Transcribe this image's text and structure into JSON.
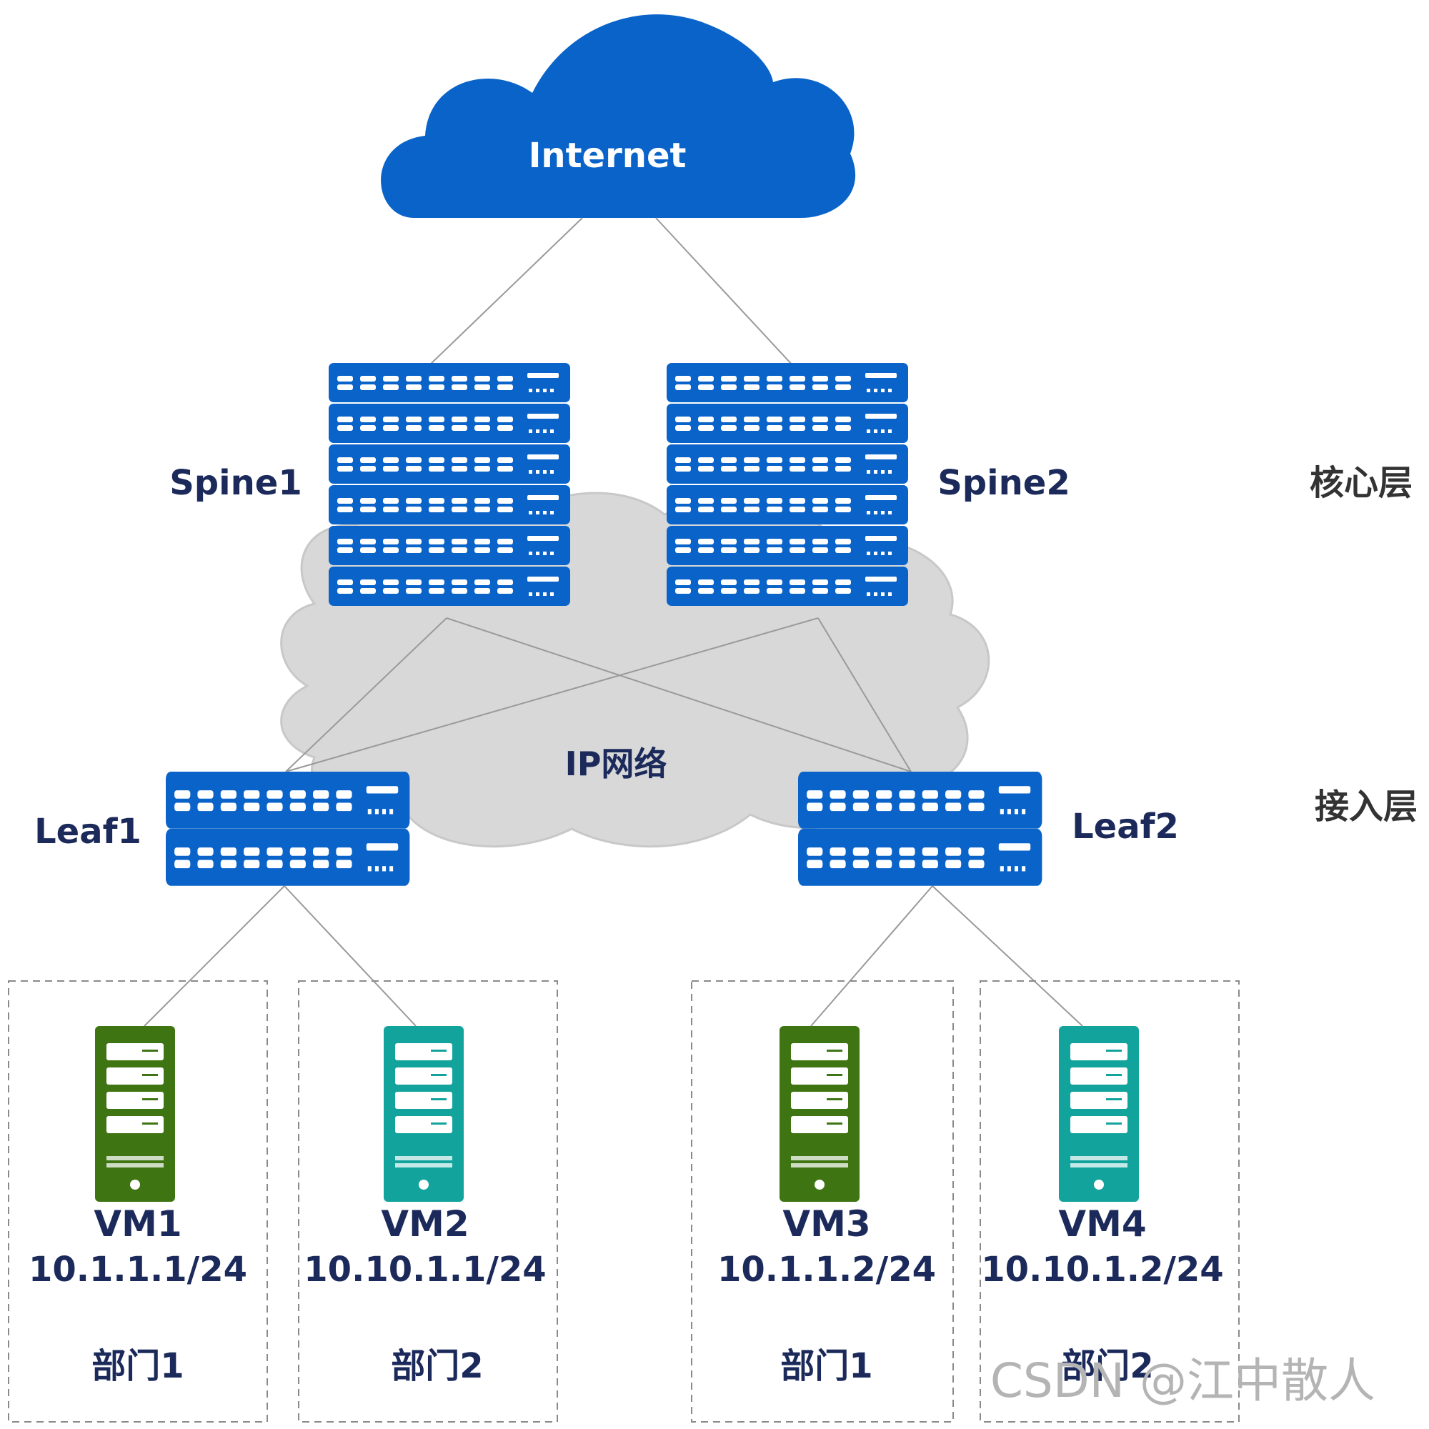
{
  "internet": {
    "label": "Internet",
    "color": "#0a63c9"
  },
  "ip_network": {
    "label": "IP网络"
  },
  "layers": {
    "core": "核心层",
    "access": "接入层"
  },
  "spines": [
    {
      "name": "Spine1"
    },
    {
      "name": "Spine2"
    }
  ],
  "leaves": [
    {
      "name": "Leaf1"
    },
    {
      "name": "Leaf2"
    }
  ],
  "vms": [
    {
      "name": "VM1",
      "ip": "10.1.1.1/24",
      "dept": "部门1",
      "color": "#3f7412"
    },
    {
      "name": "VM2",
      "ip": "10.10.1.1/24",
      "dept": "部门2",
      "color": "#13a39d"
    },
    {
      "name": "VM3",
      "ip": "10.1.1.2/24",
      "dept": "部门1",
      "color": "#3f7412"
    },
    {
      "name": "VM4",
      "ip": "10.10.1.2/24",
      "dept": "部门2",
      "color": "#13a39d"
    }
  ],
  "watermark": "CSDN @江中散人"
}
